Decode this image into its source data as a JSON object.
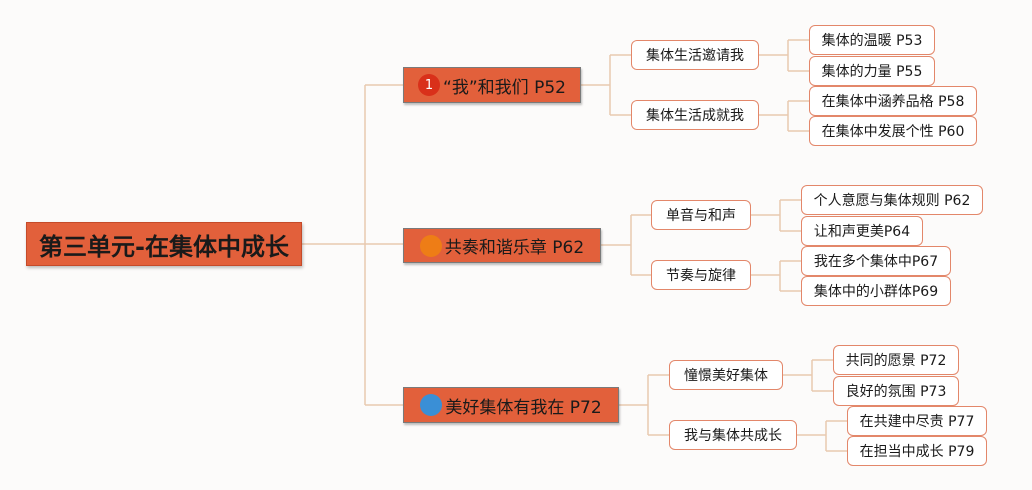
{
  "root": {
    "label": "第三单元-在集体中成长"
  },
  "branches": [
    {
      "num": "1",
      "badge_color": "#d9301a",
      "label": "“我”和我们 P52",
      "subs": [
        {
          "label": "集体生活邀请我",
          "leaves": [
            "集体的温暖 P53",
            "集体的力量 P55"
          ]
        },
        {
          "label": "集体生活成就我",
          "leaves": [
            "在集体中涵养品格 P58",
            "在集体中发展个性 P60"
          ]
        }
      ]
    },
    {
      "num": "",
      "badge_color": "#ee7d16",
      "label": "共奏和谐乐章 P62",
      "subs": [
        {
          "label": "单音与和声",
          "leaves": [
            "个人意愿与集体规则 P62",
            "让和声更美P64"
          ]
        },
        {
          "label": "节奏与旋律",
          "leaves": [
            "我在多个集体中P67",
            "集体中的小群体P69"
          ]
        }
      ]
    },
    {
      "num": "",
      "badge_color": "#3a8fd6",
      "label": "美好集体有我在 P72",
      "subs": [
        {
          "label": "憧憬美好集体",
          "leaves": [
            "共同的愿景 P72",
            "良好的氛围 P73"
          ]
        },
        {
          "label": "我与集体共成长",
          "leaves": [
            "在共建中尽责 P77",
            "在担当中成长 P79"
          ]
        }
      ]
    }
  ],
  "colors": {
    "node_fill": "#e2603b",
    "connector": "#e8c9b0",
    "sub_border": "#e3876a"
  }
}
